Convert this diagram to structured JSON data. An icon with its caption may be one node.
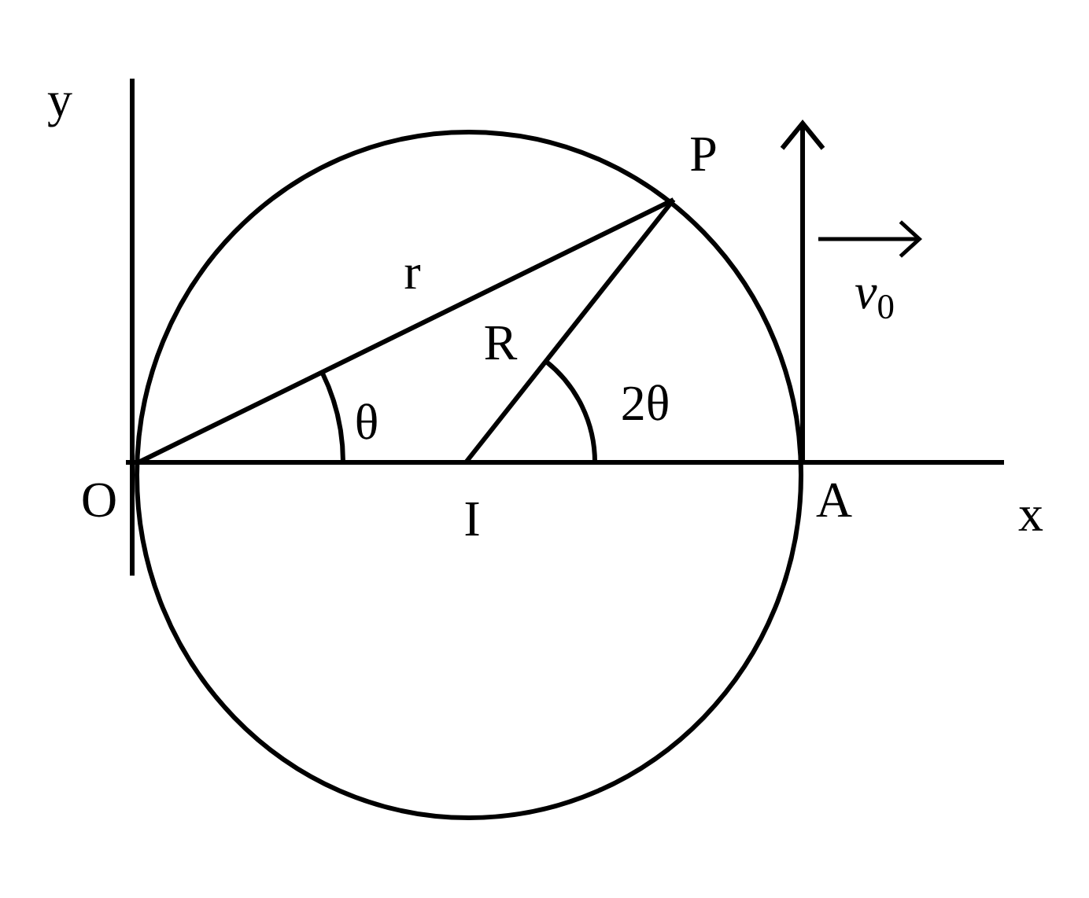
{
  "diagram": {
    "labels": [
      "y",
      "P",
      "r",
      "R",
      "θ",
      "2θ",
      "O",
      "I",
      "A",
      "x",
      "*v*$_{0}$"
    ]
  }
}
